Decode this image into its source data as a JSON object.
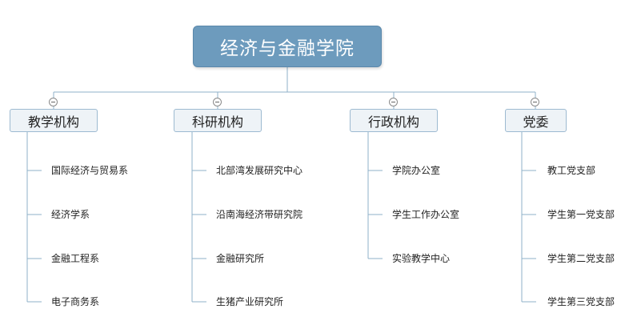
{
  "diagram": {
    "root": "经济与金融学院",
    "branches": [
      {
        "label": "教学机构",
        "children": [
          "国际经济与贸易系",
          "经济学系",
          "金融工程系",
          "电子商务系"
        ]
      },
      {
        "label": "科研机构",
        "children": [
          "北部湾发展研究中心",
          "沿南海经济带研究院",
          "金融研究所",
          "生猪产业研究所"
        ]
      },
      {
        "label": "行政机构",
        "children": [
          "学院办公室",
          "学生工作办公室",
          "实验教学中心"
        ]
      },
      {
        "label": "党委",
        "children": [
          "教工党支部",
          "学生第一党支部",
          "学生第二党支部",
          "学生第三党支部"
        ]
      }
    ],
    "colors": {
      "line": "#8fb0c8",
      "root_fill": "#6d9bbd",
      "branch_fill": "#eef3f7",
      "branch_border": "#9dbad1"
    }
  }
}
